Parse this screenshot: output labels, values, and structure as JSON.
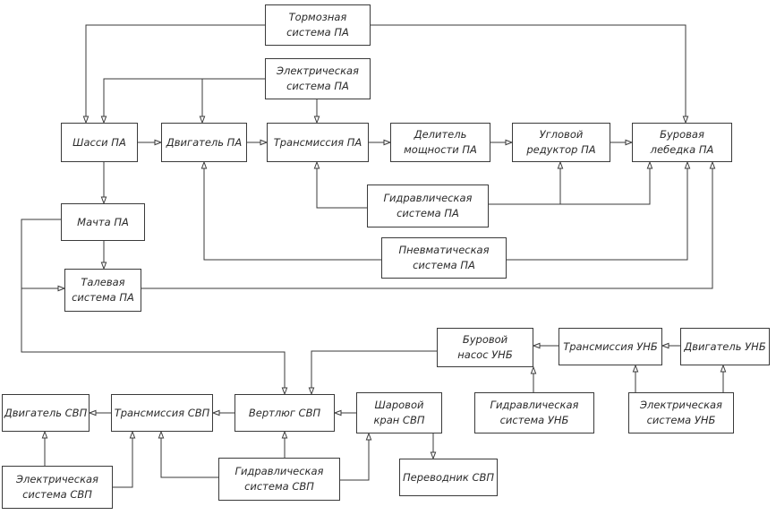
{
  "blocks": {
    "brake": "Тормозная\nсистема ПА",
    "electric_pa": "Электрическая\nсистема ПА",
    "chassis": "Шасси ПА",
    "engine_pa": "Двигатель ПА",
    "transmission_pa": "Трансмиссия ПА",
    "divider": "Делитель\nмощности ПА",
    "angle_gear": "Угловой\nредуктор ПА",
    "winch": "Буровая\nлебедка ПА",
    "hydraulic_pa": "Гидравлическая\nсистема ПА",
    "mast": "Мачта ПА",
    "pneumatic": "Пневматическая\nсистема ПА",
    "tackle": "Талевая\nсистема ПА",
    "pump": "Буровой\nнасос УНБ",
    "transmission_unb": "Трансмиссия УНБ",
    "engine_unb": "Двигатель УНБ",
    "hydraulic_unb": "Гидравлическая\nсистема УНБ",
    "electric_unb": "Электрическая\nсистема УНБ",
    "engine_svp": "Двигатель СВП",
    "transmission_svp": "Трансмиссия СВП",
    "swivel": "Вертлюг СВП",
    "ball_valve": "Шаровой\nкран СВП",
    "electric_svp": "Электрическая\nсистема СВП",
    "hydraulic_svp": "Гидравлическая\nсистема СВП",
    "sub": "Переводник СВП"
  },
  "colors": {
    "line": "#3a3a3a",
    "text": "#2a2a2a",
    "background": "#ffffff"
  }
}
